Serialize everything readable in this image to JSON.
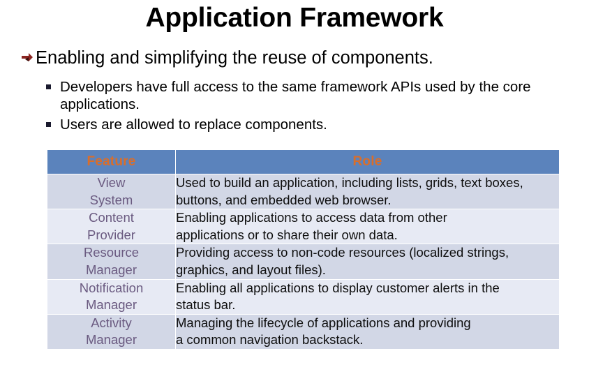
{
  "slide": {
    "title": "Application Framework",
    "bullet_level1": {
      "marker": "arrow-bullet-icon",
      "marker_color": "#8B2420",
      "text": "Enabling and simplifying the reuse of components."
    },
    "bullets_level2": [
      {
        "marker": "square-bullet-icon",
        "text": "Developers have full access to the same framework APIs used by the core applications."
      },
      {
        "marker": "square-bullet-icon",
        "text": "Users are allowed to replace components."
      }
    ]
  },
  "table": {
    "header_bg": "#5B83BC",
    "header_text_color": "#D96E2B",
    "band_dark": "#D2D7E6",
    "band_light": "#E7EAF4",
    "feature_text_color": "#6A5A80",
    "columns": [
      "Feature",
      "Role"
    ],
    "rows": [
      {
        "feature_line1": "View",
        "feature_line2": "System",
        "role_line1": "Used to build an application, including lists, grids, text boxes,",
        "role_line2": "buttons, and embedded web browser."
      },
      {
        "feature_line1": "Content",
        "feature_line2": "Provider",
        "role_line1": "Enabling applications to access data from other",
        "role_line2": "applications or to share their own data."
      },
      {
        "feature_line1": "Resource",
        "feature_line2": "Manager",
        "role_line1": "Providing access to non-code resources (localized strings,",
        "role_line2": "graphics, and layout files)."
      },
      {
        "feature_line1": "Notification",
        "feature_line2": "Manager",
        "role_line1": "Enabling all applications to display customer alerts in the",
        "role_line2": "status bar."
      },
      {
        "feature_line1": "Activity",
        "feature_line2": "Manager",
        "role_line1": "Managing the lifecycle of applications and providing",
        "role_line2": "a common navigation backstack."
      }
    ]
  }
}
